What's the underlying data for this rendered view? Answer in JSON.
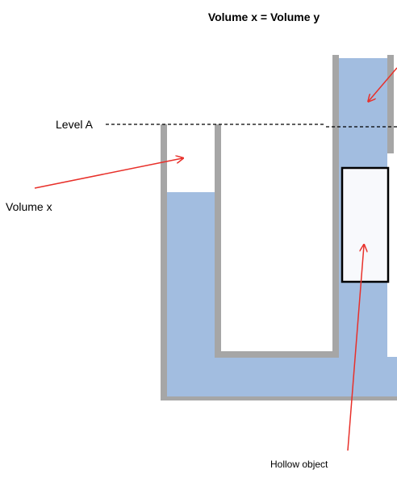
{
  "diagram": {
    "title": "Volume x = Volume y",
    "labels": {
      "level_a": "Level A",
      "volume_x": "Volume x",
      "hollow_object": "Hollow object"
    },
    "colors": {
      "water": "#a2bde0",
      "wall": "#a6a6a6",
      "arrow": "#e8302a",
      "object_fill": "#f8f9fc",
      "object_border": "#000000",
      "level_line": "#000000"
    }
  }
}
